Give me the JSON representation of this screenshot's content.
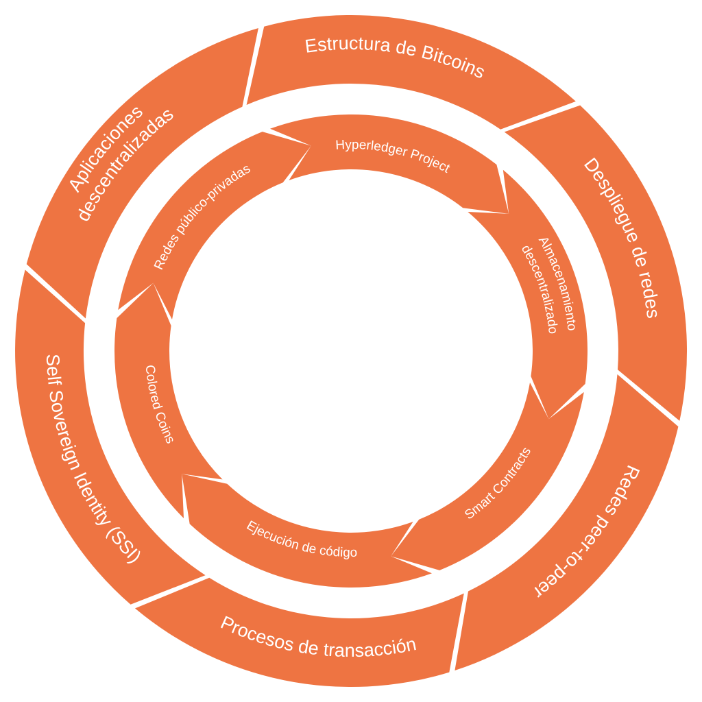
{
  "colors": {
    "accent": "#EE7442",
    "background": "#FFFFFF",
    "text": "#FFFFFF"
  },
  "outer_ring": [
    {
      "id": "despliegue",
      "lines": [
        "Despliegue de redes"
      ]
    },
    {
      "id": "p2p",
      "lines": [
        "Redes peer-to-peer"
      ]
    },
    {
      "id": "procesos",
      "lines": [
        "Procesos de transacción"
      ]
    },
    {
      "id": "ssi",
      "lines": [
        "Self Sovereign Identity (SSI)"
      ]
    },
    {
      "id": "aplicaciones",
      "lines": [
        "Aplicaciones",
        "descentralizadas"
      ]
    },
    {
      "id": "estructura",
      "lines": [
        "Estructura de Bitcoins"
      ]
    }
  ],
  "inner_cycle": [
    {
      "id": "hyperledger",
      "lines": [
        "Hyperledger Project"
      ]
    },
    {
      "id": "almacenamiento",
      "lines": [
        "Almacenamiento",
        "descentralizado"
      ]
    },
    {
      "id": "smart",
      "lines": [
        "Smart Contracts"
      ]
    },
    {
      "id": "ejecucion",
      "lines": [
        "Ejecución de código"
      ]
    },
    {
      "id": "colored",
      "lines": [
        "Colored Coins"
      ]
    },
    {
      "id": "redes-pp",
      "lines": [
        "Redes público-privadas"
      ]
    }
  ]
}
